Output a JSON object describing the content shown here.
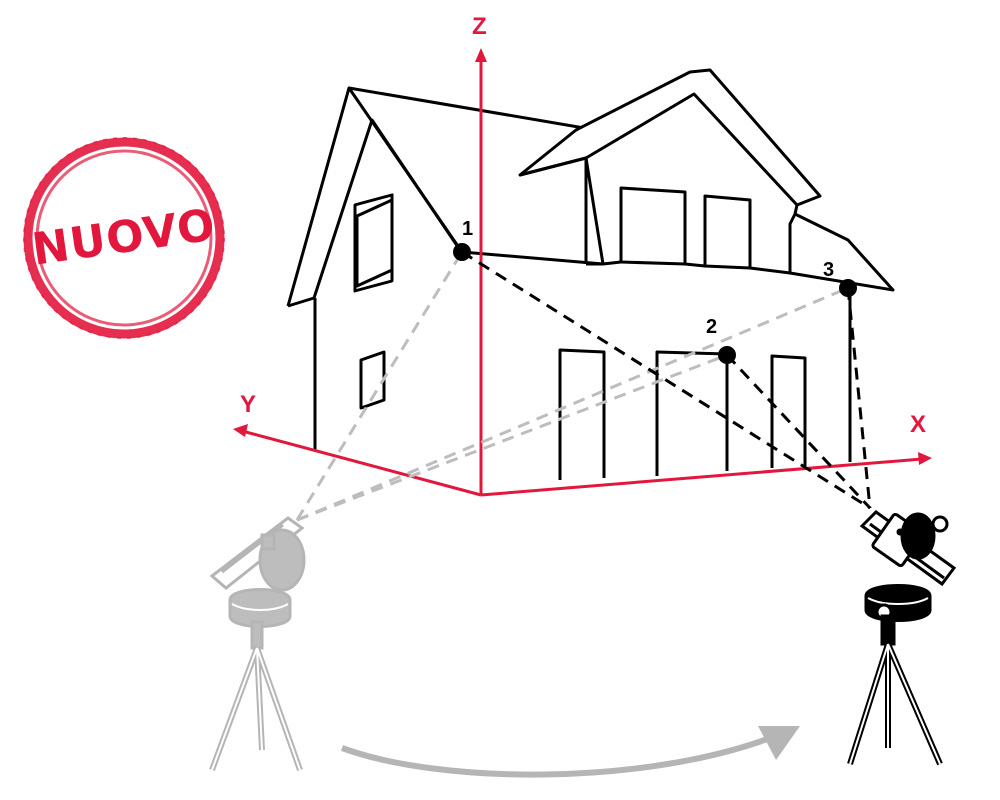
{
  "stamp": {
    "text": "NUOVO"
  },
  "axes": {
    "x": "X",
    "y": "Y",
    "z": "Z"
  },
  "points": [
    {
      "id": "1",
      "label": "1"
    },
    {
      "id": "2",
      "label": "2"
    },
    {
      "id": "3",
      "label": "3"
    }
  ],
  "colors": {
    "accent": "#e2173d",
    "line": "#000000",
    "ghost": "#b5b5b5",
    "dashed_ghost": "#bdbdbd"
  },
  "icons": {
    "device_ghost": "laser-meter-on-tripod-icon",
    "device_active": "laser-meter-on-tripod-icon",
    "move_arrow": "curved-arrow-icon"
  }
}
